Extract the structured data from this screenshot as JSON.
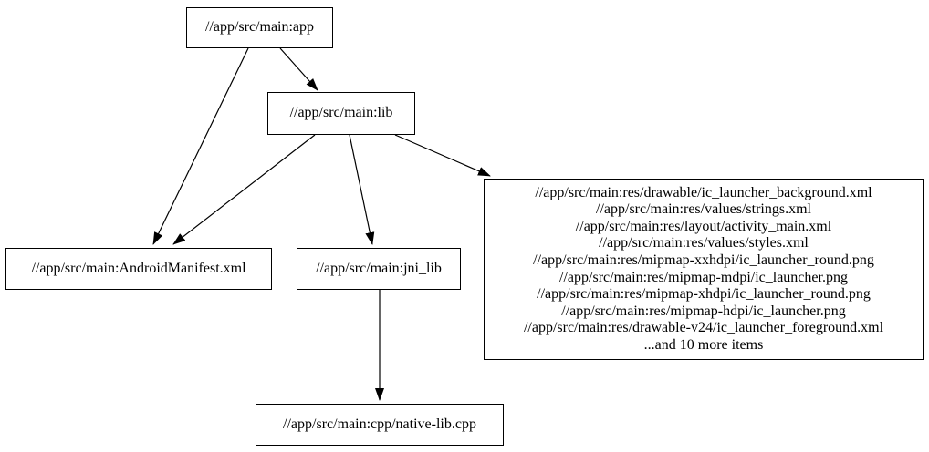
{
  "diagram": {
    "type": "dependency-graph",
    "colors": {
      "background": "#ffffff",
      "node_border": "#000000",
      "edge": "#000000",
      "text": "#000000"
    },
    "nodes": {
      "app": {
        "label": "//app/src/main:app"
      },
      "lib": {
        "label": "//app/src/main:lib"
      },
      "android_manifest": {
        "label": "//app/src/main:AndroidManifest.xml"
      },
      "jni_lib": {
        "label": "//app/src/main:jni_lib"
      },
      "res_files": {
        "lines": [
          "//app/src/main:res/drawable/ic_launcher_background.xml",
          "//app/src/main:res/values/strings.xml",
          "//app/src/main:res/layout/activity_main.xml",
          "//app/src/main:res/values/styles.xml",
          "//app/src/main:res/mipmap-xxhdpi/ic_launcher_round.png",
          "//app/src/main:res/mipmap-mdpi/ic_launcher.png",
          "//app/src/main:res/mipmap-xhdpi/ic_launcher_round.png",
          "//app/src/main:res/mipmap-hdpi/ic_launcher.png",
          "//app/src/main:res/drawable-v24/ic_launcher_foreground.xml",
          "...and 10 more items"
        ]
      },
      "native_lib_cpp": {
        "label": "//app/src/main:cpp/native-lib.cpp"
      }
    },
    "edges": [
      {
        "from": "app",
        "to": "android_manifest"
      },
      {
        "from": "app",
        "to": "lib"
      },
      {
        "from": "lib",
        "to": "android_manifest"
      },
      {
        "from": "lib",
        "to": "jni_lib"
      },
      {
        "from": "lib",
        "to": "res_files"
      },
      {
        "from": "jni_lib",
        "to": "native_lib_cpp"
      }
    ]
  }
}
